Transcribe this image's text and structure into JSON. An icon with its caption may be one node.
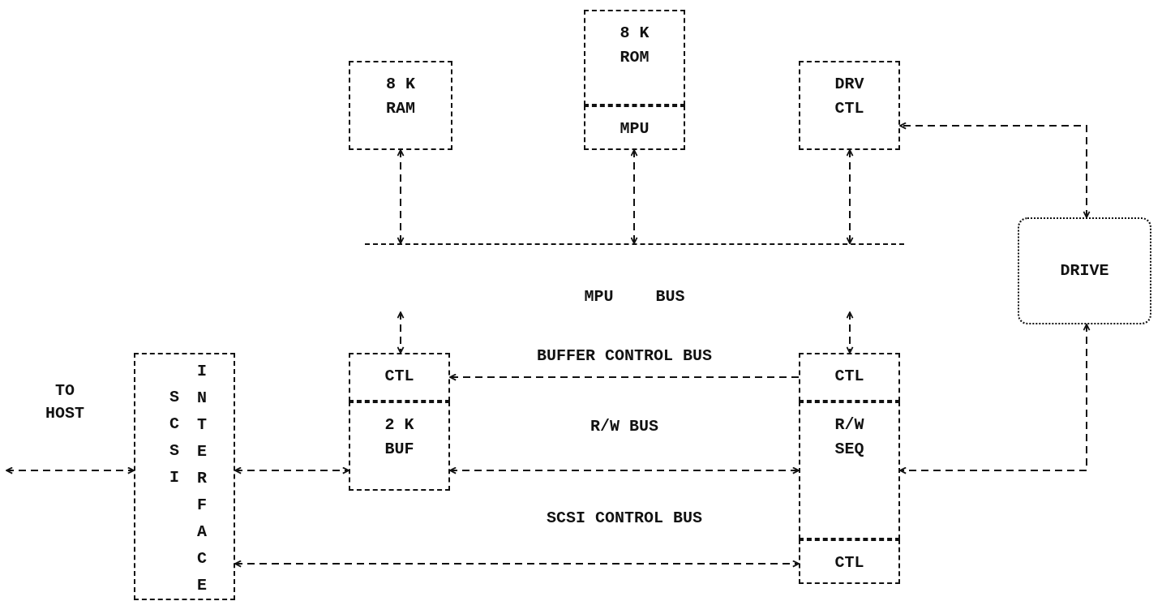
{
  "diagram": {
    "nodes": [
      {
        "text": [
          "8 K RAM"
        ]
      },
      {
        "text": [
          "8 K ROM"
        ]
      },
      {
        "text": [
          "MPU"
        ]
      },
      {
        "text": [
          "DRV CTL"
        ]
      },
      {
        "text": [
          "MPU BUS"
        ]
      },
      {
        "text": [
          "DRIVE"
        ]
      },
      {
        "text": [
          "SCSI",
          "INTERFACE"
        ]
      },
      {
        "text": [
          "CTL"
        ]
      },
      {
        "text": [
          "2 K BUF"
        ]
      },
      {
        "text": [
          "CTL"
        ]
      },
      {
        "text": [
          "R/W SEQ"
        ]
      },
      {
        "text": [
          "CTL"
        ]
      }
    ],
    "edges": [
      {
        "from": 0,
        "to": 4,
        "arrow": "both"
      },
      {
        "from": 2,
        "to": 4,
        "arrow": "both"
      },
      {
        "from": 3,
        "to": 4,
        "arrow": "both"
      },
      {
        "from": 4,
        "to": 7,
        "arrow": "both"
      },
      {
        "from": 4,
        "to": 9,
        "arrow": "both"
      },
      {
        "from": 5,
        "to": 3,
        "arrow": "both"
      },
      {
        "from": 5,
        "to": 10,
        "arrow": "both"
      },
      {
        "from": 9,
        "to": 7,
        "arrow": "to",
        "label": "BUFFER CONTROL BUS"
      },
      {
        "from": 8,
        "to": 10,
        "arrow": "both",
        "label": "R/W BUS"
      },
      {
        "from": 6,
        "to": 8,
        "arrow": "both"
      },
      {
        "from": 6,
        "to": 11,
        "arrow": "both",
        "label": "SCSI CONTROL BUS"
      },
      {
        "from": null,
        "to": 6,
        "arrow": "both",
        "label": "TO HOST"
      }
    ]
  }
}
